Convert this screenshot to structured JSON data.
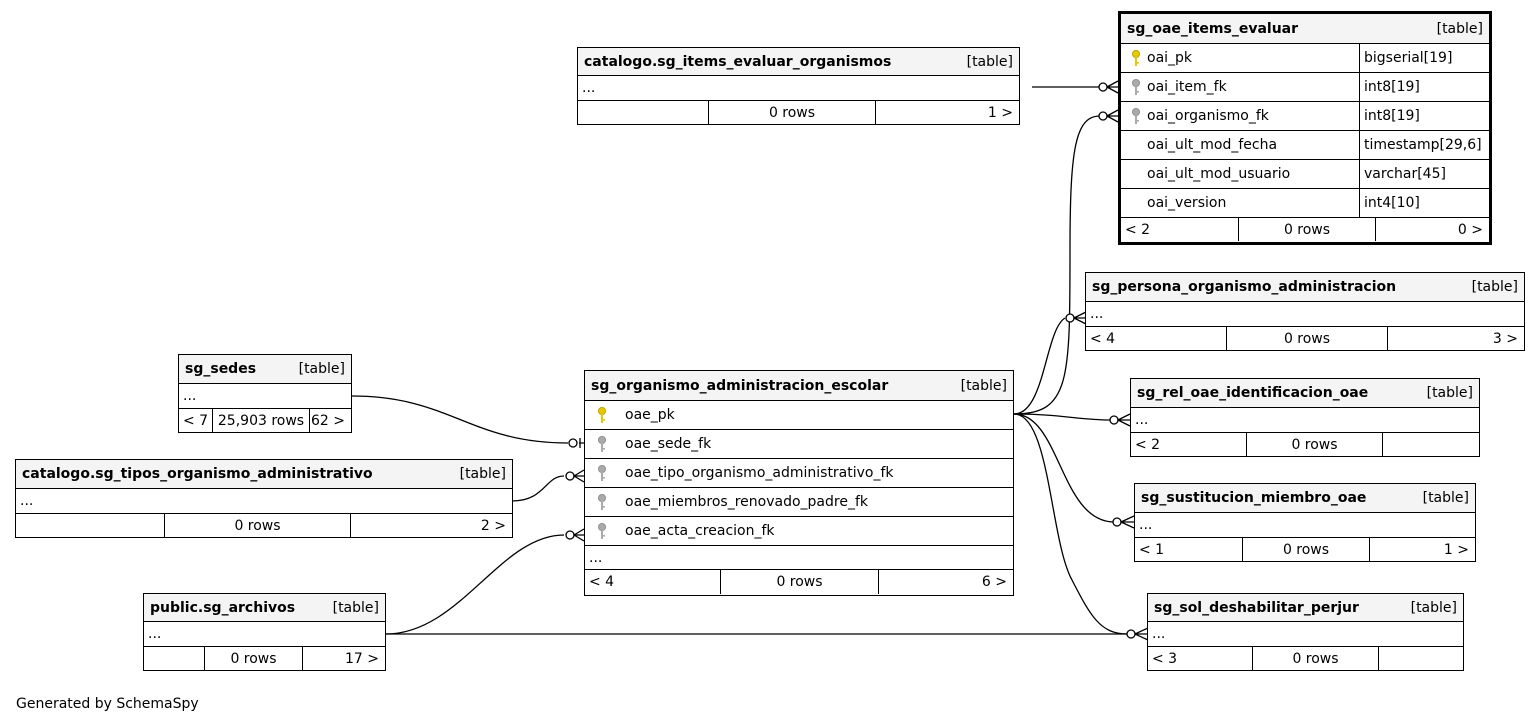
{
  "focus_table": {
    "name": "sg_oae_items_evaluar",
    "type": "[table]",
    "columns": [
      {
        "name": "oai_pk",
        "datatype": "bigserial[19]",
        "key": "pk"
      },
      {
        "name": "oai_item_fk",
        "datatype": "int8[19]",
        "key": "fk"
      },
      {
        "name": "oai_organismo_fk",
        "datatype": "int8[19]",
        "key": "fk"
      },
      {
        "name": "oai_ult_mod_fecha",
        "datatype": "timestamp[29,6]",
        "key": ""
      },
      {
        "name": "oai_ult_mod_usuario",
        "datatype": "varchar[45]",
        "key": ""
      },
      {
        "name": "oai_version",
        "datatype": "int4[10]",
        "key": ""
      }
    ],
    "footer": {
      "left": "< 2",
      "middle": "0 rows",
      "right": "0 >"
    }
  },
  "items_evaluar_organismos": {
    "name": "catalogo.sg_items_evaluar_organismos",
    "type": "[table]",
    "ellipsis": "...",
    "footer": {
      "left": "",
      "middle": "0 rows",
      "right": "1 >"
    }
  },
  "persona_organismo": {
    "name": "sg_persona_organismo_administracion",
    "type": "[table]",
    "ellipsis": "...",
    "footer": {
      "left": "< 4",
      "middle": "0 rows",
      "right": "3 >"
    }
  },
  "rel_oae": {
    "name": "sg_rel_oae_identificacion_oae",
    "type": "[table]",
    "ellipsis": "...",
    "footer": {
      "left": "< 2",
      "middle": "0 rows",
      "right": ""
    }
  },
  "sustitucion": {
    "name": "sg_sustitucion_miembro_oae",
    "type": "[table]",
    "ellipsis": "...",
    "footer": {
      "left": "< 1",
      "middle": "0 rows",
      "right": "1 >"
    }
  },
  "sol_deshabilitar": {
    "name": "sg_sol_deshabilitar_perjur",
    "type": "[table]",
    "ellipsis": "...",
    "footer": {
      "left": "< 3",
      "middle": "0 rows",
      "right": ""
    }
  },
  "organismo": {
    "name": "sg_organismo_administracion_escolar",
    "type": "[table]",
    "columns": [
      {
        "name": "oae_pk",
        "key": "pk"
      },
      {
        "name": "oae_sede_fk",
        "key": "fk"
      },
      {
        "name": "oae_tipo_organismo_administrativo_fk",
        "key": "fk"
      },
      {
        "name": "oae_miembros_renovado_padre_fk",
        "key": "fk"
      },
      {
        "name": "oae_acta_creacion_fk",
        "key": "fk"
      }
    ],
    "ellipsis": "...",
    "footer": {
      "left": "< 4",
      "middle": "0 rows",
      "right": "6 >"
    }
  },
  "sedes": {
    "name": "sg_sedes",
    "type": "[table]",
    "ellipsis": "...",
    "footer": {
      "left": "< 7",
      "middle": "25,903 rows",
      "right": "62 >"
    }
  },
  "tipos_organismo": {
    "name": "catalogo.sg_tipos_organismo_administrativo",
    "type": "[table]",
    "ellipsis": "...",
    "footer": {
      "left": "",
      "middle": "0 rows",
      "right": "2 >"
    }
  },
  "archivos": {
    "name": "public.sg_archivos",
    "type": "[table]",
    "ellipsis": "...",
    "footer": {
      "left": "",
      "middle": "0 rows",
      "right": "17 >"
    }
  },
  "generated_by": "Generated by SchemaSpy",
  "colors": {
    "pk_key": "#e6c800",
    "fk_key": "#aaaaaa",
    "header_bg": "#f4f4f4",
    "line": "#000000"
  },
  "icons": {
    "pk": "primary-key-icon",
    "fk": "foreign-key-icon"
  }
}
